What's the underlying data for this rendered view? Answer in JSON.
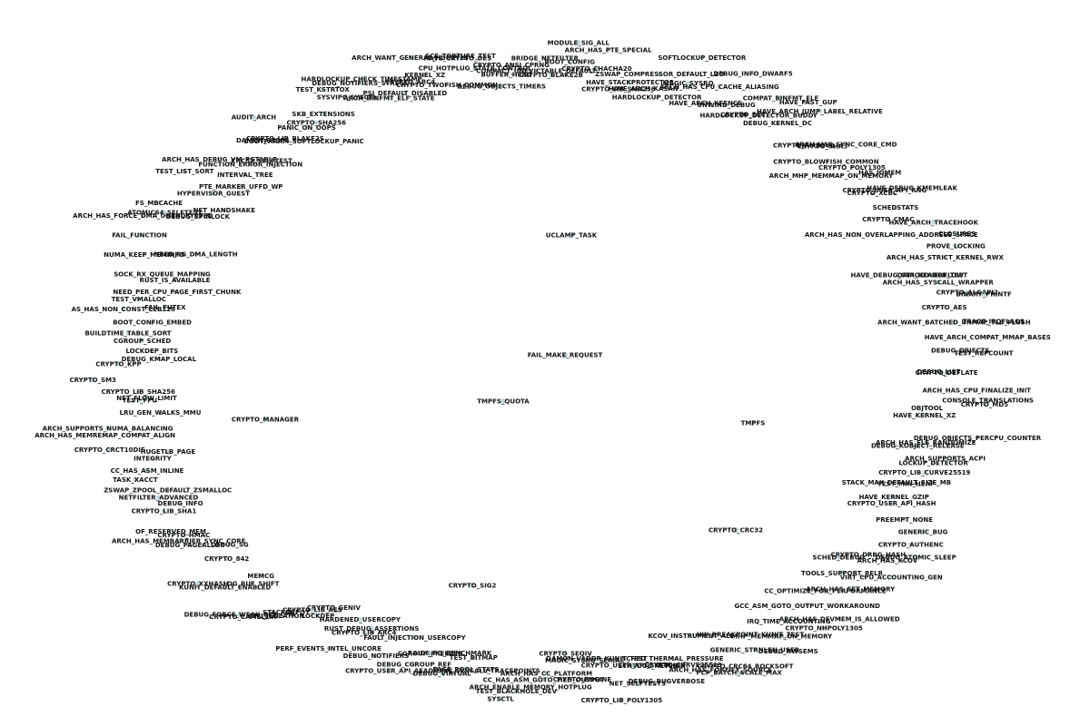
{
  "graph": {
    "node_color": "#8ab4c4",
    "label_color": "#111111",
    "center_nodes": [
      "UCLAMP_TASK",
      "FAIL_MAKE_REQUEST",
      "TMPFS_QUOTA",
      "CRYPTO_MANAGER",
      "TMPFS",
      "CRYPTO_CRC32",
      "CRYPTO_SIG2"
    ],
    "ring_nodes": [
      "BRIDGE_NETFILTER",
      "CRYPTO_BLAKE2B",
      "BOOT_CONFIG",
      "MODULE_SIG_ALL",
      "CRYPTO_CHACHA20",
      "ARCH_HAS_PTE_SPECIAL",
      "CRYPTO_LIB_SHA256",
      "HAVE_STACKPROTECTOR",
      "HAVE_ARCH_KASAN",
      "ZSWAP_COMPRESSOR_DEFAULT_LZO",
      "HARDLOCKUP_DETECTOR",
      "SOFTLOCKUP_DETECTOR",
      "MAGIC_SYSRQ",
      "HAVE_ARCH_KFENCE",
      "ARCH_HAS_CPU_CACHE_ALIASING",
      "UNWIND_DEBUG",
      "DEBUG_INFO_DWARF5",
      "CRYPTO_ECC",
      "HARDLOCKUP_DETECTOR_BUDDY",
      "COMPAT_BINFMT_ELF",
      "DEBUG_KERNEL_DC",
      "HAVE_FAST_GUP",
      "HAVE_ARCH_JUMP_LABEL_RELATIVE",
      "CRYPTO_RMD160",
      "CRYPTO_SHA3",
      "ARCH_HAS_SYNC_CORE_CMD",
      "CRYPTO_BLOWFISH_COMMON",
      "ARCH_MHP_MEMMAP_ON_MEMORY",
      "CRYPTO_POLY1305",
      "HAS_IOMEM",
      "CRYPTO_XCBC",
      "CRYPTO_USER_API_RNG",
      "HAVE_DEBUG_KMEMLEAK",
      "SCHEDSTATS",
      "CRYPTO_CMAC",
      "ARCH_HAS_NON_OVERLAPPING_ADDRESS_SPACE",
      "HAVE_ARCH_TRACEHOOK",
      "CLOSURES",
      "PROVE_LOCKING",
      "ARCH_HAS_STRICT_KERNEL_RWX",
      "HAVE_DEBUG_STACKOVERFLOW",
      "DAPI_HEADER_TEST",
      "ARCH_HAS_SYSCALL_WRAPPER",
      "CRYPTO_ALGAPI2",
      "BINARY_PRINTF",
      "CRYPTO_AES",
      "ARCH_WANT_BATCHED_UNMAP_TLB_FLUSH",
      "TRACE_IRQFLAGS",
      "HAVE_ARCH_COMPAT_MMAP_BASES",
      "DEBUG_OBJECTS",
      "TEST_REFCOUNT",
      "CRYPTO_DEFLATE",
      "DEBUG_LIST",
      "ARCH_HAS_CPU_FINALIZE_INIT",
      "CONSOLE_TRANSLATIONS",
      "CRYPTO_MD5",
      "OBJTOOL",
      "HAVE_KERNEL_XZ",
      "DEBUG_OBJECTS_PERCPU_COUNTER",
      "ARCH_HAS_ELF_RANDOMIZE",
      "DEBUG_KOBJECT_RELEASE",
      "ARCH_SUPPORTS_ACPI",
      "LOCKUP_DETECTOR",
      "CRYPTO_LIB_CURVE25519",
      "TEST_MIN_HEAP",
      "STACK_MAX_DEFAULT_SIZE_MB",
      "HAVE_KERNEL_GZIP",
      "CRYPTO_USER_API_HASH",
      "PREEMPT_NONE",
      "GENERIC_BUG",
      "CRYPTO_AUTHENC",
      "DEBUG_ATOMIC_SLEEP",
      "ARCH_HAS_KCOV",
      "CRYPTO_DRBG_HASH",
      "VIRT_CPU_ACCOUNTING_GEN",
      "SCHED_DEBUG",
      "TOOLS_SUPPORT_RELR",
      "ARCH_HAS_SET_MEMORY",
      "CC_OPTIMIZE_FOR_PERFORMANCE",
      "ARCH_HAS_DEVMEM_IS_ALLOWED",
      "GCC_ASM_GOTO_OUTPUT_WORKAROUND",
      "CRYPTO_NHPOLY1305",
      "IRQ_TIME_ACCOUNTING",
      "MHP_MEMMAP_ON_MEMORY",
      "DEBUG_RWSEMS",
      "HW_BREAKPOINT_KUNIT_TEST",
      "GENERIC_STRNLEN_USER",
      "CRYPTO_CRC64_ROCKSOFT",
      "PCP_BATCH_SCALE_MAX",
      "ARCH_HAS_FORTIFY_SOURCE",
      "KCOV_INSTRUMENT_ALL",
      "CRYPTO_CURVE25519",
      "SCHED_THERMAL_PRESSURE",
      "DEBUG_BUGVERBOSE",
      "ETHTOOL_NETLINK",
      "NET_SELFTESTS",
      "CRYPTO_USER_API_SKCIPHER",
      "CRYPTO_LIB_POLY1305",
      "DAMON_VADDR_KUNIT_TEST",
      "MAGIC_SYSRQ_SERIAL",
      "CRYPTO_ENGINE",
      "CRYPTO_SEQIV",
      "CC_HAS_ASM_GOTO_TIED_OUTPUT",
      "ARCH_HAS_CC_PLATFORM",
      "ARCH_ENABLE_MEMORY_HOTPLUG",
      "TEST_BLACKHOLE_DEV",
      "SYSCTL",
      "HAVE_SYSCALL_TRACEPOINTS",
      "TEST_BITMAP",
      "PAGE_POOL_STATS",
      "DEBUG_VIRTUAL",
      "RAID6_PQ_BENCHMARK",
      "CGROUP_FREEZER",
      "DEBUG_CGROUP_REF",
      "FAULT_INJECTION_USERCOPY",
      "CRYPTO_USER_API_AEAD",
      "DEBUG_NOTIFIERS",
      "RUST_DEBUG_ASSERTIONS",
      "CRYPTO_LIB_ARC4",
      "HARDENED_USERCOPY",
      "PERF_EVENTS_INTEL_UNCORE",
      "CRYPTO_GENIV",
      "LOCKDEP",
      "CRYPTO_LIB_AES",
      "STACKDEPOT",
      "CPU_ISOLATION",
      "CRYPTO_CAMELLIA",
      "DEBUG_FORCE_WEAK_PER_CPU",
      "LOG_BUF_SHIFT",
      "MEMCG",
      "KUNIT_DEFAULT_ENABLED",
      "CRYPTO_XXHASH",
      "CRYPTO_842",
      "DEBUG_SG",
      "DEBUG_PAGEALLOC",
      "ARCH_HAS_MEMBARRIER_SYNC_CORE",
      "CRYPTO_HMAC",
      "OF_RESERVED_MEM",
      "CRYPTO_LIB_SHA1",
      "DEBUG_INFO",
      "NETFILTER_ADVANCED",
      "ZSWAP_ZPOOL_DEFAULT_ZSMALLOC",
      "TASK_XACCT",
      "CC_HAS_ASM_INLINE",
      "INTEGRITY",
      "HUGETLB_PAGE",
      "CRYPTO_CRCT10DIF",
      "ARCH_HAS_MEMREMAP_COMPAT_ALIGN",
      "ARCH_SUPPORTS_NUMA_BALANCING",
      "LRU_GEN_WALKS_MMU",
      "TEST_FPU",
      "NET_FLOW_LIMIT",
      "CRYPTO_LIB_SHA256",
      "CRYPTO_SM3",
      "CRYPTO_KPP",
      "DEBUG_KMAP_LOCAL",
      "LOCKDEP_BITS",
      "CGROUP_SCHED",
      "BUILDTIME_TABLE_SORT",
      "BOOT_CONFIG_EMBED",
      "AS_HAS_NON_CONST_LEB128",
      "FAIL_FUTEX",
      "TEST_VMALLOC",
      "NEED_PER_CPU_PAGE_FIRST_CHUNK",
      "RUST_IS_AVAILABLE",
      "SOCK_RX_QUEUE_MAPPING",
      "NUMA_KEEP_MEMINFO",
      "FAIL_FUNCTION",
      "NEED_SG_DMA_LENGTH",
      "ARCH_HAS_FORCE_DMA_UNENCRYPTED",
      "ATOMIC64_SELFTEST",
      "FS_MBCACHE",
      "DEBUG_SPINLOCK",
      "NET_HANDSHAKE",
      "HYPERVISOR_GUEST",
      "TEST_LIST_SORT",
      "PTE_MARKER_UFFD_WP",
      "ARCH_HAS_DEBUG_VM_PGTABLE",
      "INTERVAL_TREE",
      "FUNCTION_ERROR_INJECTION",
      "CRC32_SELFTEST",
      "DAMON_SYSFS",
      "AUDIT_ARCH",
      "CRYPTO_LIB_BLAKE2S",
      "BOOTPARAM_SOFTLOCKUP_PANIC",
      "PANIC_ON_OOPS",
      "CRYPTO_SHA256",
      "SKB_EXTENSIONS",
      "TEST_KSTRTOX",
      "SYSVIPC_SYSCTL",
      "DEBUG_NOTIFIERS_STRESS",
      "HARDLOCKUP_CHECK_TIMESTAMP",
      "ARCH_BINFMT_ELF_STATE",
      "PSI_DEFAULT_DISABLED",
      "CRYPTO_ARC4",
      "ARCH_WANT_GENERAL_HUGETLB",
      "KERNEL_XZ",
      "CRYPTO_TWOFISH_COMMON",
      "HAVE_CRYPTO_DES",
      "SCF_TORTURE_TEST",
      "CPU_HOTPLUG_STATE_CONTROL",
      "DEBUG_OBJECTS_TIMERS",
      "BUFFER_HEAD",
      "CRYPTO_ANSI_CPRNG",
      "COMPACT_UNEVICTABLE_DEFAULT"
    ]
  }
}
